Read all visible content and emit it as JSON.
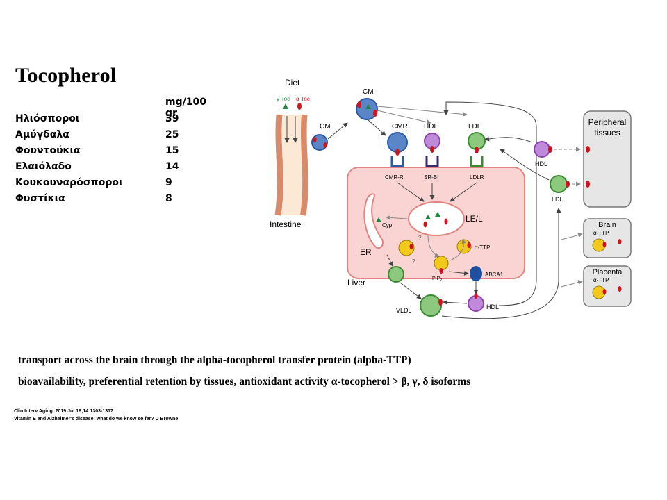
{
  "title": "Tocopherol",
  "table": {
    "unit_header": "mg/100 gr",
    "rows": [
      {
        "food": "Ηλιόσποροι",
        "value": "39"
      },
      {
        "food": "Αμύγδαλα",
        "value": "25"
      },
      {
        "food": "Φουντούκια",
        "value": "15"
      },
      {
        "food": "Ελαιόλαδο",
        "value": "14"
      },
      {
        "food": "Κουκουναρόσποροι",
        "value": "9"
      },
      {
        "food": "Φυστίκια",
        "value": "8"
      }
    ]
  },
  "diagram": {
    "diet": "Diet",
    "gamma_toc": "γ-Toc",
    "alpha_toc": "α-Toc",
    "intestine": "Intestine",
    "cm": "CM",
    "cmr": "CMR",
    "hdl": "HDL",
    "ldl": "LDL",
    "cmr_receptor": "CMR-R",
    "sr_bi": "SR-BI",
    "ldlr": "LDLR",
    "peripheral_1": "Peripheral",
    "peripheral_2": "tissues",
    "brain": "Brain",
    "placenta": "Placenta",
    "alpha_ttp": "α-TTP",
    "le_l": "LE/L",
    "cyp": "Cyp",
    "er": "ER",
    "liver": "Liver",
    "pip": "PIP",
    "pip_sub": "2",
    "abca1": "ABCA1",
    "vldl": "VLDL",
    "q": "?",
    "colors": {
      "liver_fill": "#f9d4d2",
      "liver_stroke": "#e3837d",
      "tissue_fill": "#e6e6e6",
      "alpha_toc": "#d0141c",
      "gamma_toc": "#1a8a3a",
      "cm_blue": "#2a5aa8",
      "hdl_purple": "#8e44ad",
      "ldl_green": "#3a8a32",
      "ttp_yellow": "#f2c81a",
      "abca1_blue": "#1f4fa0"
    }
  },
  "captions": [
    "transport across the brain through the alpha-tocopherol transfer protein (alpha-TTP)",
    "bioavailability, preferential retention by tissues, antioxidant activity α-tocopherol > β, γ, δ isoforms"
  ],
  "references": [
    "Clin Interv Aging. 2019 Jul 18;14:1303-1317",
    "Vitamin E and Alzheimer's disease: what do we know so far? D Browne"
  ]
}
